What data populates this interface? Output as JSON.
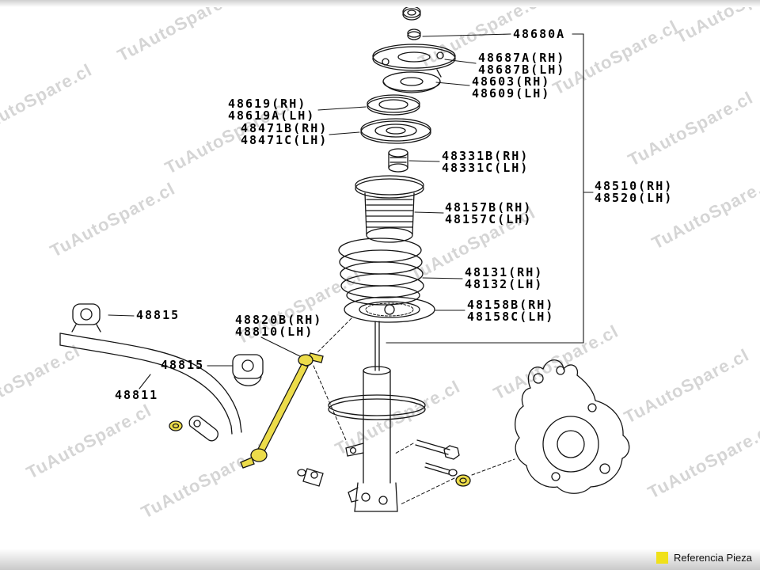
{
  "watermark": {
    "text": "TuAutoSpare.cl"
  },
  "legend": {
    "label": "Referencia Pieza",
    "color": "#f0e11a"
  },
  "colors": {
    "highlight": "#ecdc4a",
    "line": "#151515"
  },
  "parts": {
    "support_nut": {
      "label1": "48680A"
    },
    "support": {
      "label1": "48687A(RH)",
      "label2": "48687B(LH)"
    },
    "mount": {
      "label1": "48603(RH)",
      "label2": "48609(LH)"
    },
    "bearing": {
      "label1": "48619(RH)",
      "label2": "48619A(LH)"
    },
    "upper_seat": {
      "label1": "48471B(RH)",
      "label2": "48471C(LH)"
    },
    "bump_stop": {
      "label1": "48331B(RH)",
      "label2": "48331C(LH)"
    },
    "shock_absorber": {
      "label1": "48510(RH)",
      "label2": "48520(LH)"
    },
    "dust_cover": {
      "label1": "48157B(RH)",
      "label2": "48157C(LH)"
    },
    "coil_spring": {
      "label1": "48131(RH)",
      "label2": "48132(LH)"
    },
    "lower_insulator": {
      "label1": "48158B(RH)",
      "label2": "48158C(LH)"
    },
    "bushing_a": {
      "label1": "48815"
    },
    "stabilizer_link": {
      "label1": "48820B(RH)",
      "label2": "48810(LH)"
    },
    "bushing_b": {
      "label1": "48815"
    },
    "stabilizer_bar": {
      "label1": "48811"
    }
  }
}
